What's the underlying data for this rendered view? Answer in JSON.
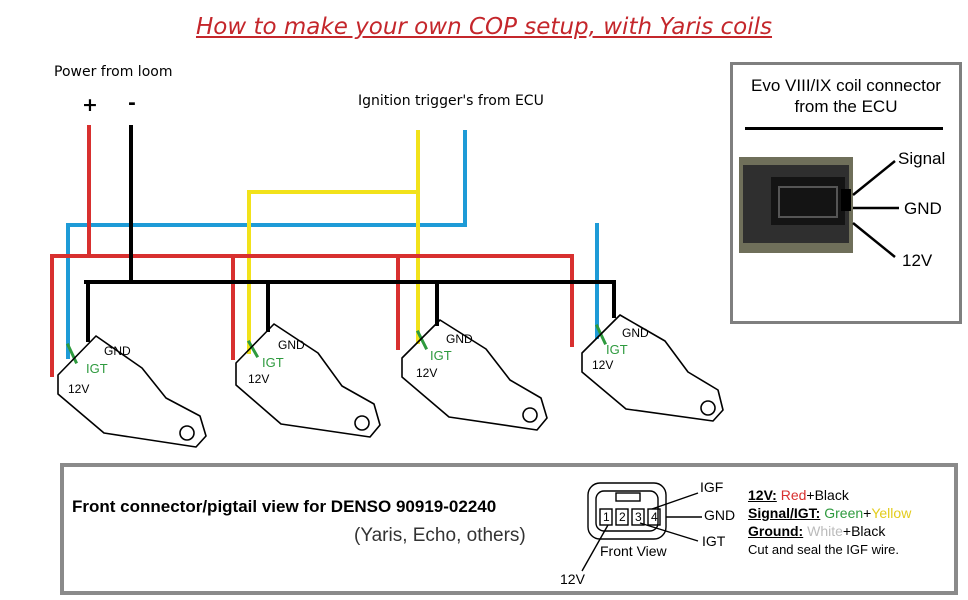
{
  "title": "How to make your own COP setup, with Yaris coils",
  "power_label": "Power from loom",
  "plus": "+",
  "minus": "-",
  "trigger_label": "Ignition trigger's from ECU",
  "coil_labels": {
    "gnd": "GND",
    "igt": "IGT",
    "v12": "12V"
  },
  "evo": {
    "title": "Evo VIII/IX coil connector from the ECU",
    "pins": [
      "Signal",
      "GND",
      "12V"
    ]
  },
  "connector": {
    "heading": "Front connector/pigtail view for DENSO 90919-02240",
    "models": "(Yaris, Echo, others)",
    "pin_numbers": [
      "1",
      "2",
      "3",
      "4"
    ],
    "igf": "IGF",
    "gnd": "GND",
    "igt": "IGT",
    "front_view": "Front View",
    "v12": "12V"
  },
  "legend": {
    "l1_key": "12V:",
    "l1_a": "Red",
    "l1_plus": "+",
    "l1_b": "Black",
    "l2_key": "Signal/IGT:",
    "l2_a": "Green",
    "l2_plus": "+",
    "l2_b": "Yellow",
    "l3_key": "Ground:",
    "l3_a": "White",
    "l3_plus": "+",
    "l3_b": "Black",
    "l4": "Cut and seal the  IGF  wire."
  },
  "colors": {
    "title": "#c4262b",
    "red_wire": "#d8302f",
    "black_wire": "#000000",
    "yellow_wire": "#f2e21a",
    "blue_wire": "#1e9bd7",
    "green_wire": "#2e9a3e",
    "box_border": "#8a8a8a"
  }
}
